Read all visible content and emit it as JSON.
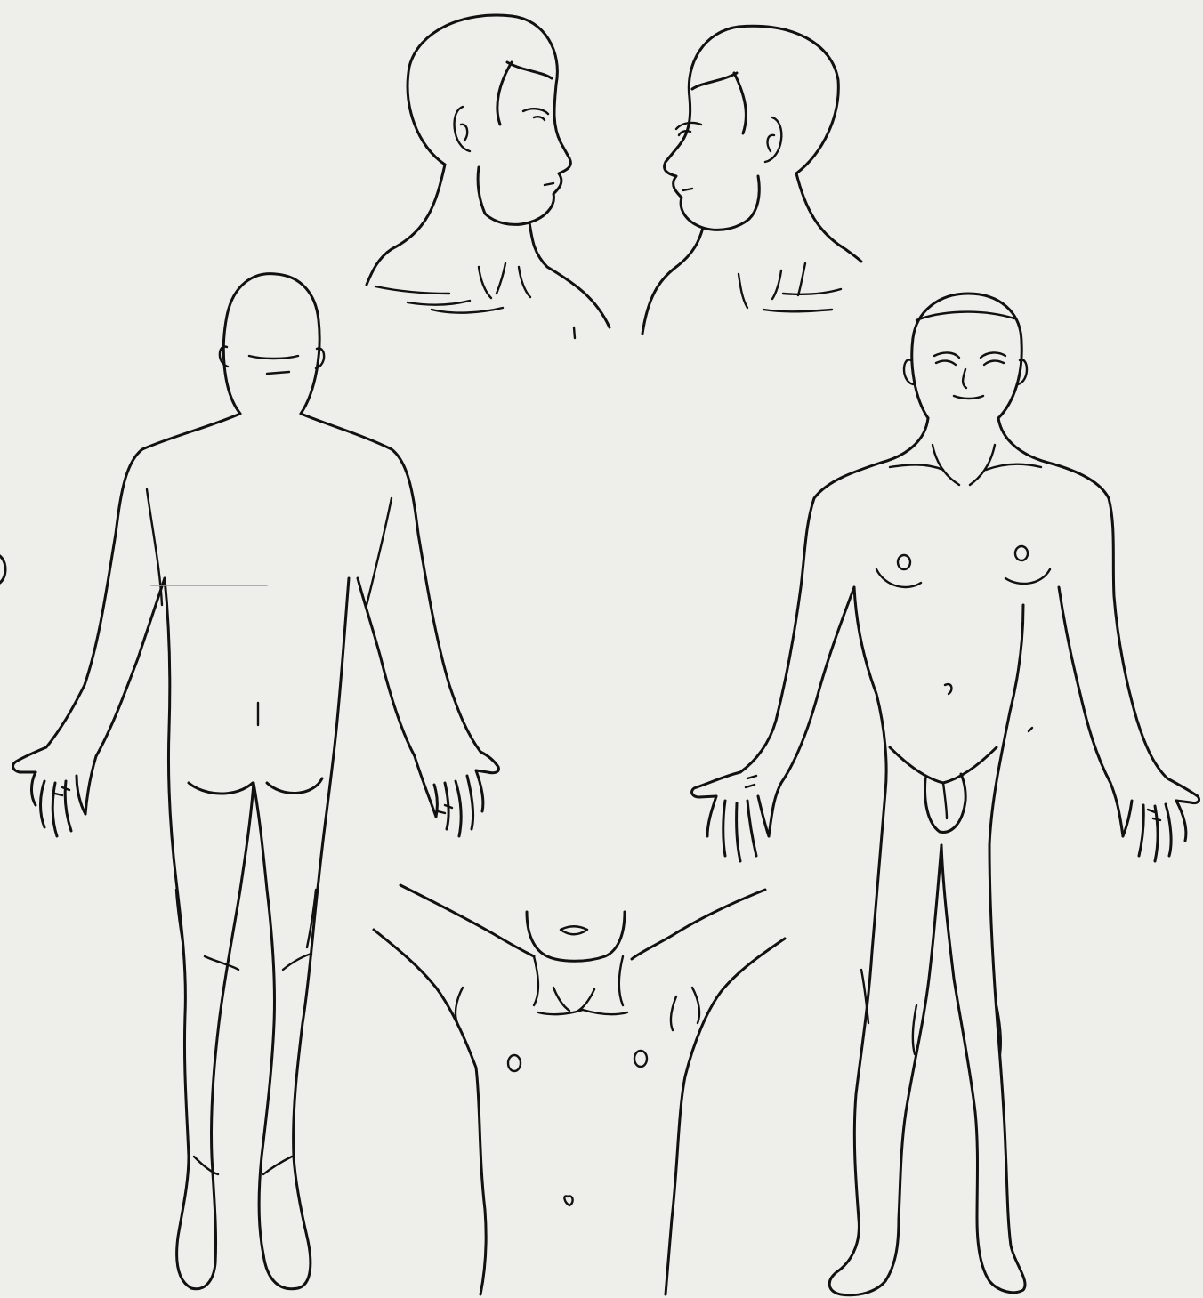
{
  "figure": {
    "kind": "body-outline-chart",
    "views": [
      "head-right-profile",
      "head-left-profile",
      "body-posterior",
      "body-anterior",
      "upper-torso-arms-raised"
    ],
    "line_color": "#111111",
    "paper_color": "#eeeeea"
  }
}
